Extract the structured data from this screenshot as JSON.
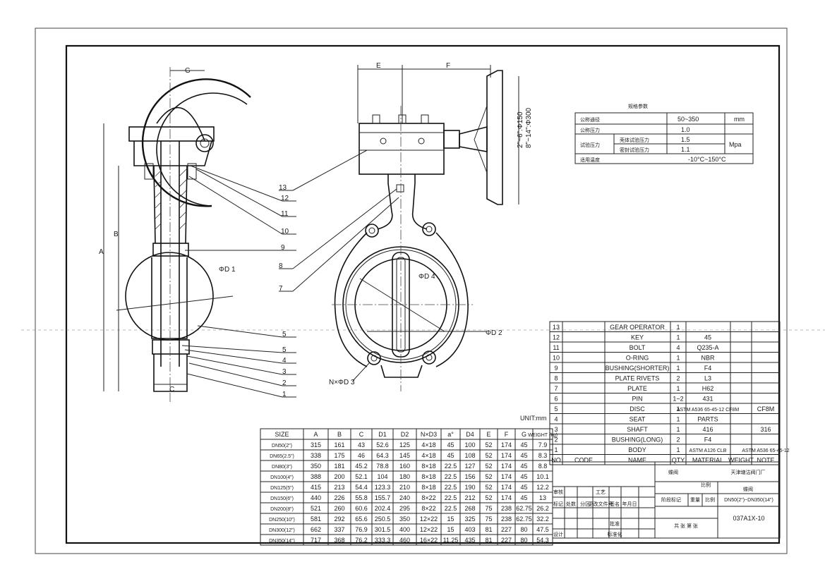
{
  "dimension_labels": {
    "g_top": "G",
    "e_top": "E",
    "f_top": "F",
    "a_side": "A",
    "b_side": "B",
    "c_bottom": "C",
    "d1": "ΦD 1",
    "d2": "ΦD 2",
    "d4": "ΦD 4",
    "n_d3": "N×ΦD 3",
    "handwheel_a": "2\"~6\":Φ150",
    "handwheel_b": "8\"~14\":Φ300"
  },
  "callouts_left": [
    "12",
    "11",
    "10",
    "9",
    "5",
    "4",
    "3",
    "2",
    "1"
  ],
  "callouts_mid": [
    "13",
    "8",
    "7"
  ],
  "callout_left_extra": "5",
  "spec_table": {
    "title": "规格参数",
    "rows": [
      {
        "label": "公称通径",
        "sub": "",
        "value": "50~350",
        "unit": "mm"
      },
      {
        "label": "公称压力",
        "sub": "",
        "value": "1.0",
        "unit": ""
      },
      {
        "label": "试验压力",
        "sub": "壳体试验压力",
        "value": "1.5",
        "unit": "Mpa"
      },
      {
        "label": "",
        "sub": "密封试验压力",
        "value": "1.1",
        "unit": ""
      },
      {
        "label": "适用温度",
        "sub": "",
        "value": "-10°C~150°C",
        "unit": ""
      }
    ]
  },
  "unit_label": "UNIT:mm",
  "parts_list": {
    "header": [
      "NO",
      "CODE",
      "NAME",
      "QTY",
      "MATERIAL",
      "WEIGHT",
      "NOTE"
    ],
    "rows": [
      {
        "no": "13",
        "name": "GEAR OPERATOR",
        "qty": "1",
        "material": "",
        "note": ""
      },
      {
        "no": "12",
        "name": "KEY",
        "qty": "1",
        "material": "45",
        "note": ""
      },
      {
        "no": "11",
        "name": "BOLT",
        "qty": "4",
        "material": "Q235-A",
        "note": ""
      },
      {
        "no": "10",
        "name": "O-RING",
        "qty": "1",
        "material": "NBR",
        "note": ""
      },
      {
        "no": "9",
        "name": "BUSHING(SHORTER)",
        "qty": "1",
        "material": "F4",
        "note": ""
      },
      {
        "no": "8",
        "name": "PLATE RIVETS",
        "qty": "2",
        "material": "L3",
        "note": ""
      },
      {
        "no": "7",
        "name": "PLATE",
        "qty": "1",
        "material": "H62",
        "note": ""
      },
      {
        "no": "6",
        "name": "PIN",
        "qty": "1~2",
        "material": "431",
        "note": ""
      },
      {
        "no": "5",
        "name": "DISC",
        "qty": "1",
        "material": "ASTM A536 65-45-12 CF8M",
        "note": "CF8M"
      },
      {
        "no": "4",
        "name": "SEAT",
        "qty": "1",
        "material": "PARTS",
        "note": ""
      },
      {
        "no": "3",
        "name": "SHAFT",
        "qty": "1",
        "material": "416",
        "note": "316"
      },
      {
        "no": "2",
        "name": "BUSHING(LONG)",
        "qty": "2",
        "material": "F4",
        "note": ""
      },
      {
        "no": "1",
        "name": "BODY",
        "qty": "1",
        "material": "ASTM A126 CLB",
        "note": "ASTM A536 65-45-12"
      }
    ]
  },
  "size_table": {
    "header": [
      "SIZE",
      "A",
      "B",
      "C",
      "D1",
      "D2",
      "N×D3",
      "a°",
      "D4",
      "E",
      "F",
      "G",
      "WEIGHT (kg)"
    ],
    "rows": [
      [
        "DN50(2\")",
        "315",
        "161",
        "43",
        "52.6",
        "125",
        "4×18",
        "45",
        "100",
        "52",
        "174",
        "45",
        "7.9"
      ],
      [
        "DN65(2.5\")",
        "338",
        "175",
        "46",
        "64.3",
        "145",
        "4×18",
        "45",
        "108",
        "52",
        "174",
        "45",
        "8.3"
      ],
      [
        "DN80(3\")",
        "350",
        "181",
        "45.2",
        "78.8",
        "160",
        "8×18",
        "22.5",
        "127",
        "52",
        "174",
        "45",
        "8.8"
      ],
      [
        "DN100(4\")",
        "388",
        "200",
        "52.1",
        "104",
        "180",
        "8×18",
        "22.5",
        "156",
        "52",
        "174",
        "45",
        "10.1"
      ],
      [
        "DN125(5\")",
        "415",
        "213",
        "54.4",
        "123.3",
        "210",
        "8×18",
        "22.5",
        "190",
        "52",
        "174",
        "45",
        "12.2"
      ],
      [
        "DN150(6\")",
        "440",
        "226",
        "55.8",
        "155.7",
        "240",
        "8×22",
        "22.5",
        "212",
        "52",
        "174",
        "45",
        "13"
      ],
      [
        "DN200(8\")",
        "521",
        "260",
        "60.6",
        "202.4",
        "295",
        "8×22",
        "22.5",
        "268",
        "75",
        "238",
        "62.75",
        "26.2"
      ],
      [
        "DN250(10\")",
        "581",
        "292",
        "65.6",
        "250.5",
        "350",
        "12×22",
        "15",
        "325",
        "75",
        "238",
        "62.75",
        "32.2"
      ],
      [
        "DN300(12\")",
        "662",
        "337",
        "76.9",
        "301.5",
        "400",
        "12×22",
        "15",
        "403",
        "81",
        "227",
        "80",
        "47.5"
      ],
      [
        "DN350(14\")",
        "717",
        "368",
        "76.2",
        "333.3",
        "460",
        "16×22",
        "11.25",
        "435",
        "81",
        "227",
        "80",
        "54.3"
      ]
    ]
  },
  "title_block": {
    "product": "蝶阀",
    "company": "天津塘沽阀门厂",
    "scale": "比例",
    "series": "DN50(2\")~DN350(14\")",
    "drawing_no": "037A1X-10",
    "labels": [
      "标记",
      "处数",
      "分区",
      "更改文件号",
      "签名",
      "年月日",
      "设计",
      "标准化",
      "审核",
      "工艺",
      "批准",
      "阶段标记",
      "重量",
      "比例",
      "共 张 第 张"
    ]
  }
}
